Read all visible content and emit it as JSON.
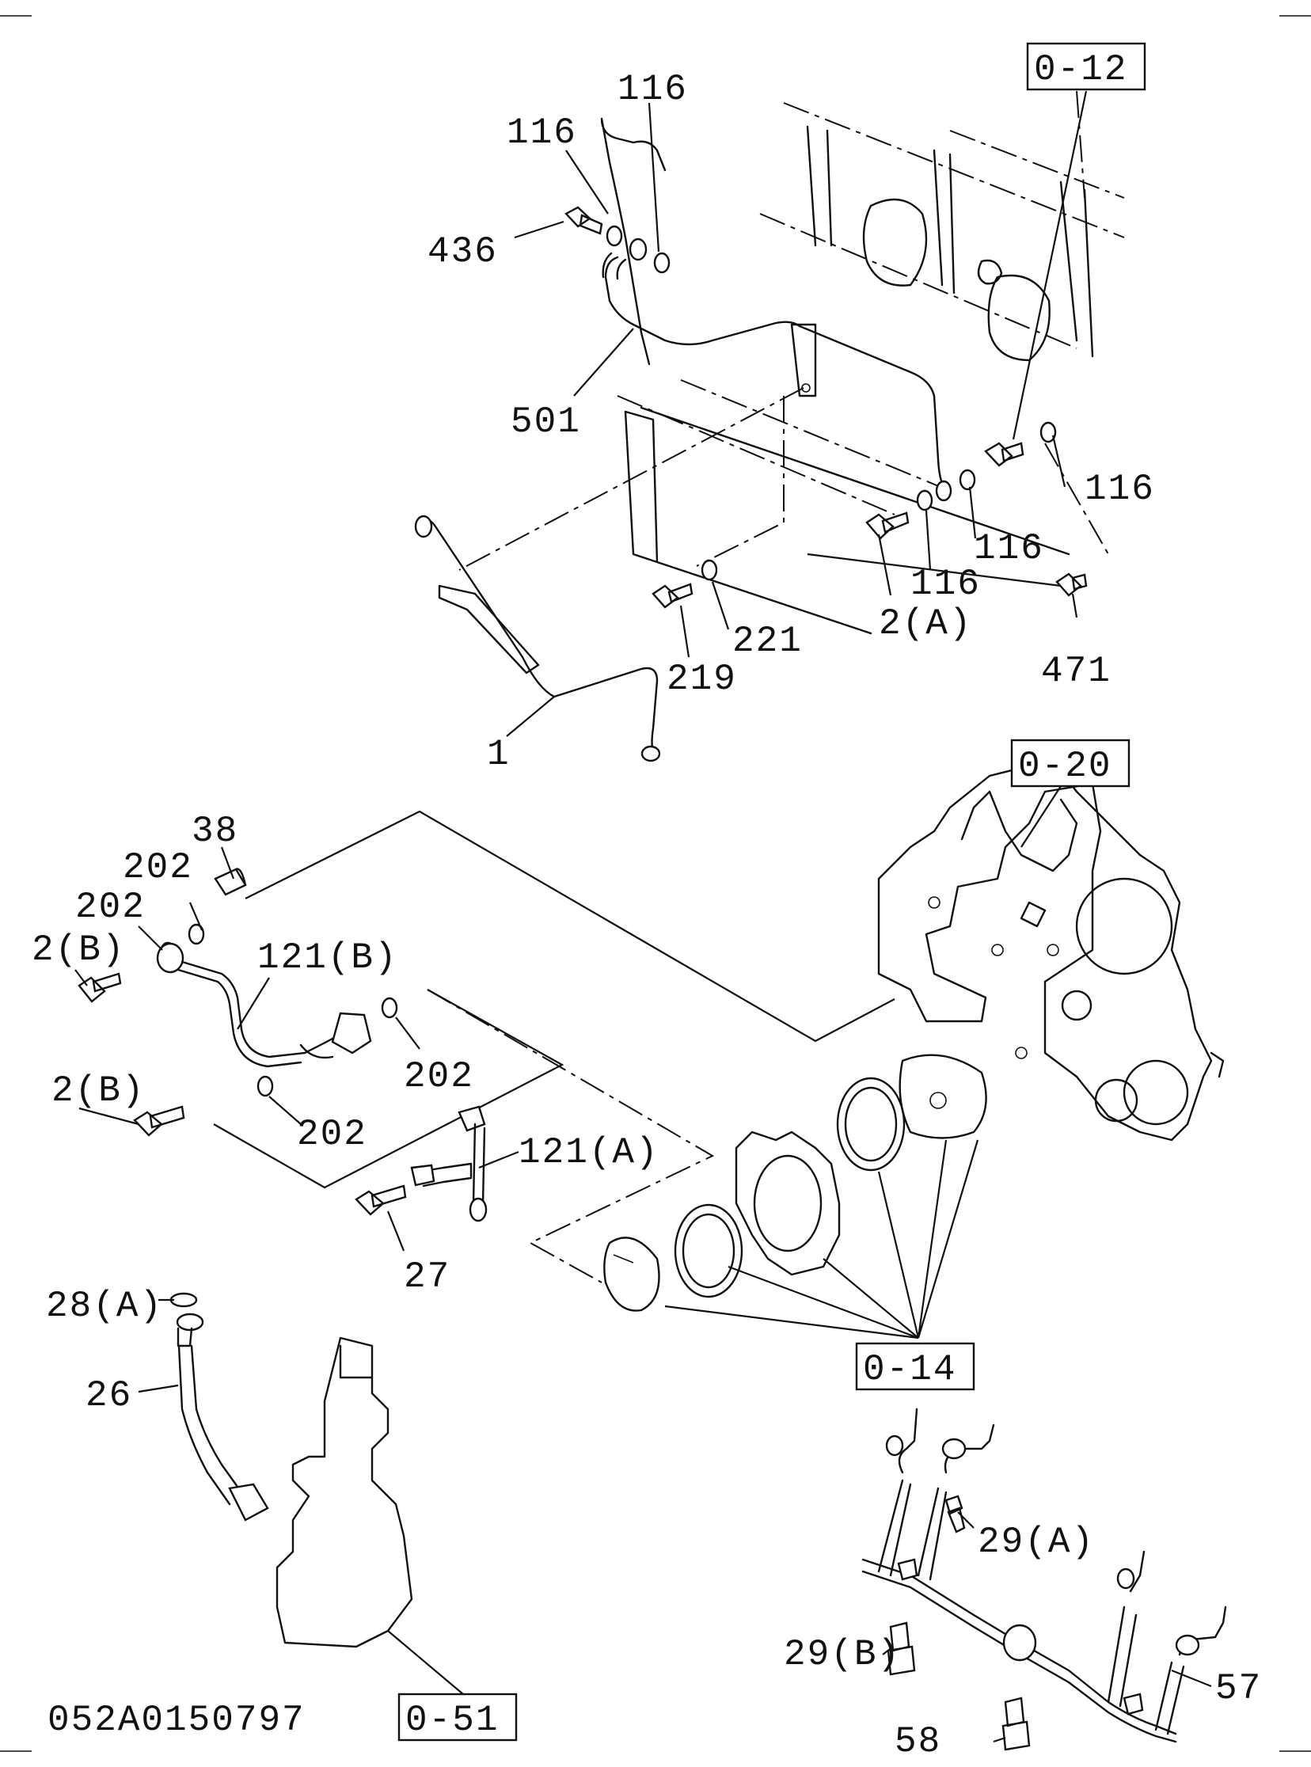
{
  "diagram_id": "052A0150797",
  "references": {
    "r012": "0-12",
    "r020": "0-20",
    "r014": "0-14",
    "r051": "0-51"
  },
  "labels": {
    "p116a": "116",
    "p116b": "116",
    "p436": "436",
    "p501": "501",
    "p116c": "116",
    "p116d": "116",
    "p116e": "116",
    "p2a": "2(A)",
    "p471": "471",
    "p221": "221",
    "p219": "219",
    "p1": "1",
    "p38": "38",
    "p202a": "202",
    "p202b": "202",
    "p2b1": "2(B)",
    "p121b": "121(B)",
    "p202c": "202",
    "p2b2": "2(B)",
    "p202d": "202",
    "p121a": "121(A)",
    "p27": "27",
    "p28a": "28(A)",
    "p26": "26",
    "p29a": "29(A)",
    "p29b": "29(B)",
    "p58": "58",
    "p57": "57"
  }
}
